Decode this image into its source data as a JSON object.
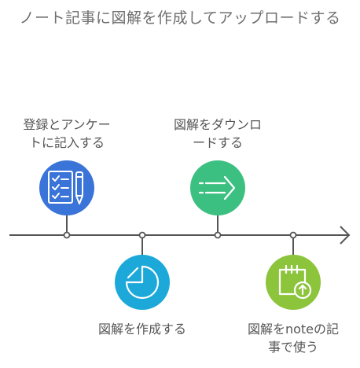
{
  "title": "ノート記事に図解を作成してアップロードする",
  "steps": [
    {
      "label_line1": "登録とアンケー",
      "label_line2": "トに記入する",
      "icon": "checklist-pen-icon",
      "color": "#3b74d8"
    },
    {
      "label_line1": "図解を作成する",
      "icon": "pie-chart-icon",
      "color": "#1ca9d9"
    },
    {
      "label_line1": "図解をダウンロ",
      "label_line2": "ードする",
      "icon": "arrow-right-icon",
      "color": "#3cc081"
    },
    {
      "label_line1": "図解をnoteの記",
      "label_line2": "事で使う",
      "icon": "calendar-upload-icon",
      "color": "#8cc43c"
    }
  ]
}
